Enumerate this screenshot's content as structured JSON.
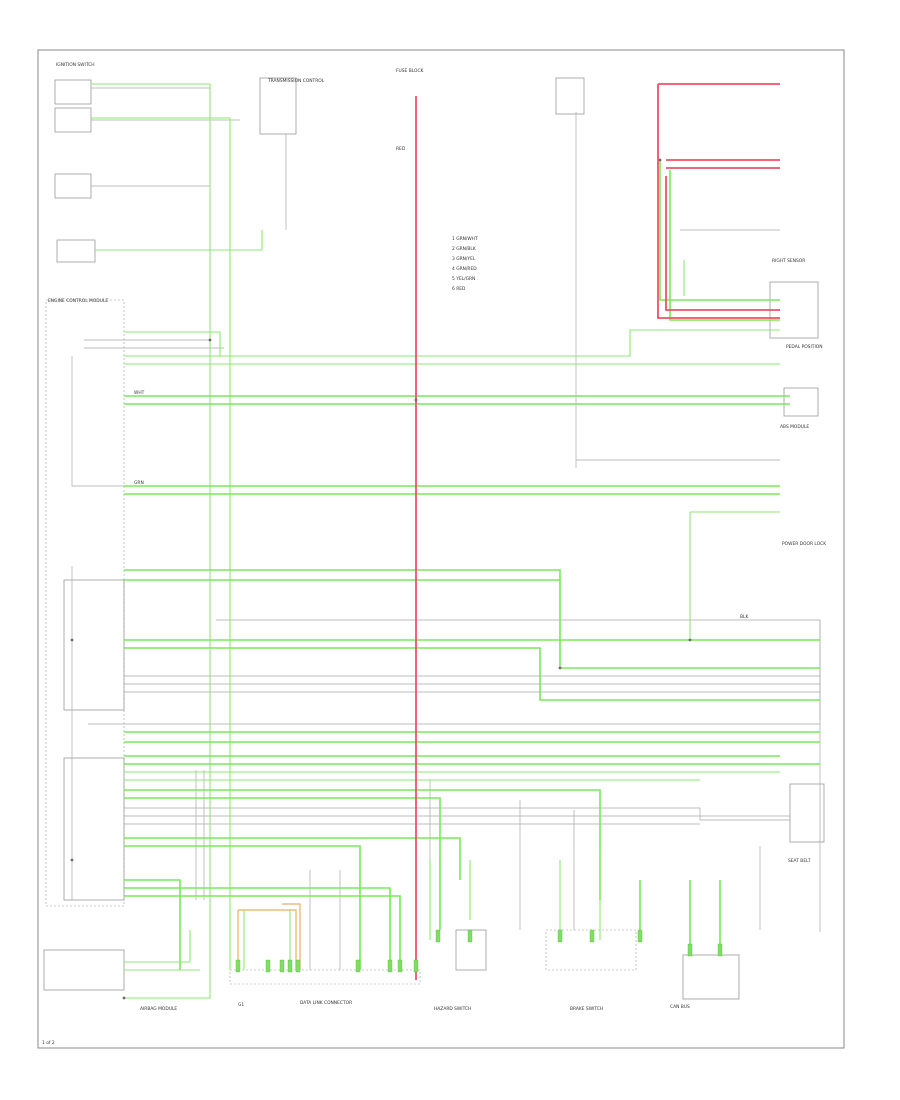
{
  "diagram": {
    "labels": {
      "ignition_switch": "IGNITION SWITCH",
      "ecm": "ENGINE CONTROL MODULE",
      "fuse_block": "FUSE BLOCK",
      "transmission": "TRANSMISSION CONTROL",
      "right_sensor": "RIGHT SENSOR",
      "data_link": "DATA LINK CONNECTOR",
      "brake_switch": "BRAKE SWITCH",
      "ground": "G1",
      "bottom_ref": "1 of 2",
      "legend_1": "1  GRN/WHT",
      "legend_2": "2  GRN/BLK",
      "legend_3": "3  GRN/YEL",
      "legend_4": "4  GRN/RED",
      "legend_5": "5  YEL/GRN",
      "legend_6": "6  RED",
      "hazard": "HAZARD SWITCH",
      "airbag": "AIRBAG MODULE",
      "pedal": "PEDAL POSITION",
      "abs": "ABS MODULE",
      "power_door": "POWER DOOR LOCK",
      "seat_belt": "SEAT BELT",
      "canbus": "CAN BUS",
      "wire_wht": "WHT",
      "wire_grn": "GRN",
      "wire_red": "RED",
      "wire_blk": "BLK"
    },
    "colors": {
      "green_wire": "#78e85a",
      "red_wire": "#f0506a",
      "orange_wire": "#e8b060",
      "gray_wire": "#a8a8a8"
    }
  }
}
